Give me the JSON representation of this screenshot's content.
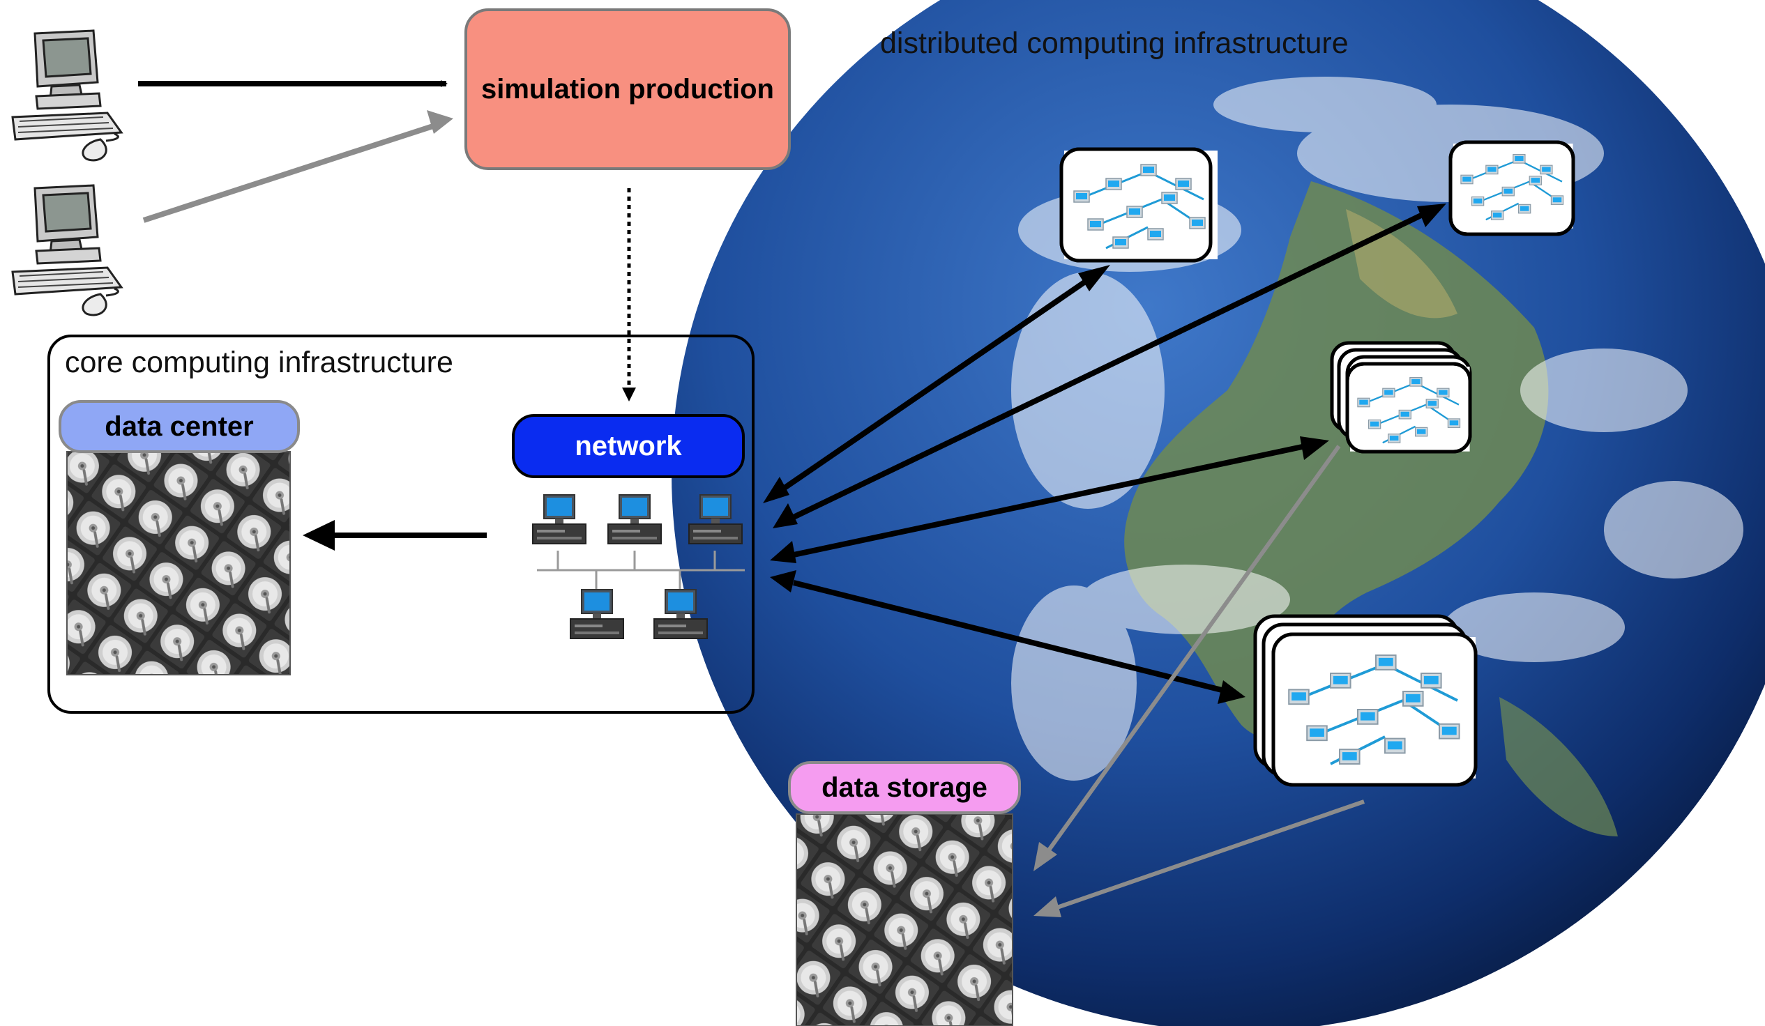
{
  "boxes": {
    "simulation_production": "simulation production",
    "core_computing_infrastructure": "core computing infrastructure",
    "distributed_computing_infrastructure": "distributed computing infrastructure",
    "data_center": "data center",
    "network": "network",
    "data_storage": "data storage"
  },
  "colors": {
    "simulation_production": "#f89080",
    "data_center": "#8fa7f5",
    "network": "#0a2cf0",
    "data_storage": "#f59cf0",
    "primary_arrow": "#000000",
    "secondary_arrow": "#8c8c8c"
  },
  "icons": {
    "workstation": "desktop-computer-icon",
    "hard_drive_grid": "hard-drive-stack-icon",
    "lan_nodes": "network-topology-icon",
    "earth": "earth-globe-icon"
  }
}
